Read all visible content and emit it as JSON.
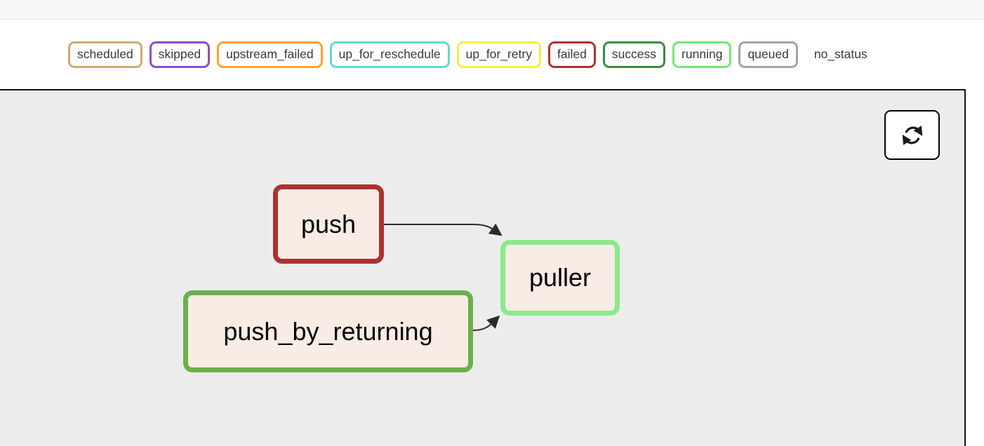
{
  "legend": {
    "items": [
      {
        "label": "scheduled",
        "color": "#d2a96f"
      },
      {
        "label": "skipped",
        "color": "#8d4ccc"
      },
      {
        "label": "upstream_failed",
        "color": "#ffa22b"
      },
      {
        "label": "up_for_reschedule",
        "color": "#63d8d2"
      },
      {
        "label": "up_for_retry",
        "color": "#f5ee3f"
      },
      {
        "label": "failed",
        "color": "#ab3330"
      },
      {
        "label": "success",
        "color": "#388e3c"
      },
      {
        "label": "running",
        "color": "#72e872"
      },
      {
        "label": "queued",
        "color": "#a3a3a3"
      },
      {
        "label": "no_status",
        "color": "#ffffff"
      }
    ],
    "text_color": "#383838"
  },
  "toolbar": {
    "refresh_icon": "refresh",
    "icon_color": "#1a1a1a"
  },
  "graph": {
    "background": "#ececec",
    "node_fill": "#f9ece5",
    "edge_color": "#2b2b2b",
    "nodes": {
      "push": {
        "label": "push",
        "state": "failed",
        "border_color": "#ab3330"
      },
      "push_by_returning": {
        "label": "push_by_returning",
        "state": "success",
        "border_color": "#6ab04c"
      },
      "puller": {
        "label": "puller",
        "state": "running",
        "border_color": "#8aea8a"
      }
    },
    "edges": [
      {
        "from": "push",
        "to": "puller"
      },
      {
        "from": "push_by_returning",
        "to": "puller"
      }
    ]
  }
}
